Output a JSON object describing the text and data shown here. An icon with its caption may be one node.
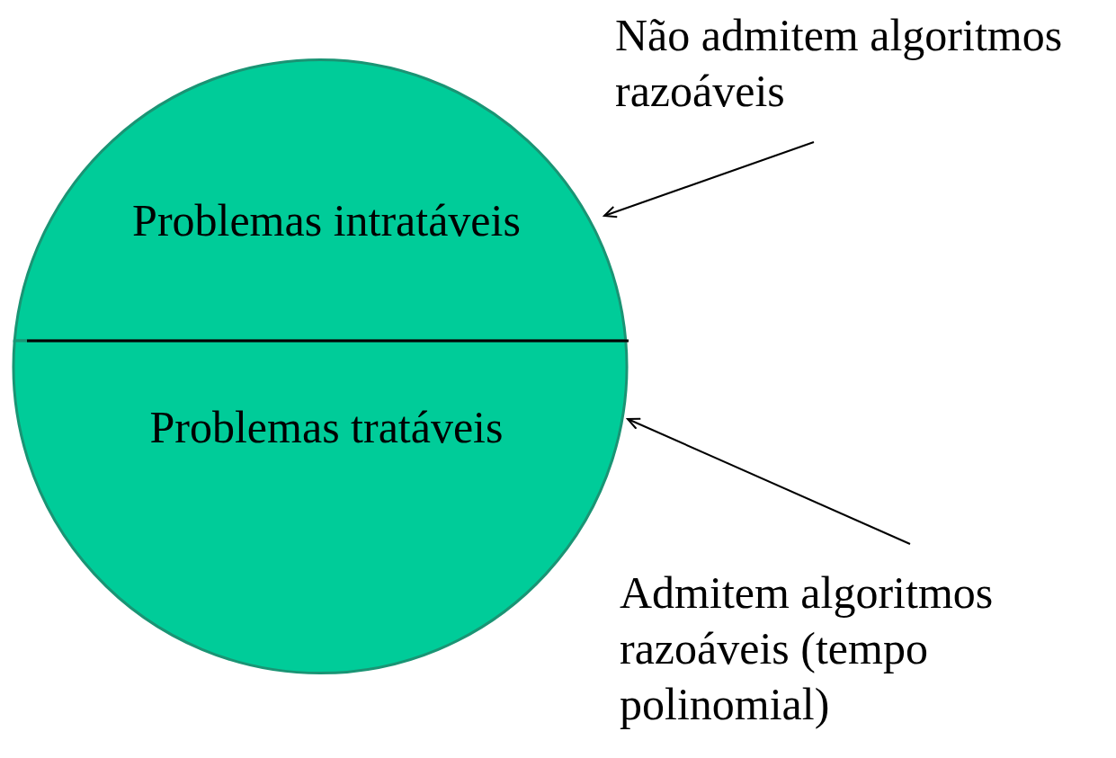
{
  "diagram": {
    "nodes": [
      {
        "text": [
          "Problemas intratáveis"
        ]
      },
      {
        "text": [
          "Problemas tratáveis"
        ]
      },
      {
        "text": [
          "Não admitem algoritmos razoáveis"
        ]
      },
      {
        "text": [
          "Admitem algoritmos razoáveis (tempo polinomial)"
        ]
      }
    ],
    "edges": [
      {
        "from": 2,
        "to": 0,
        "arrow": "to"
      },
      {
        "from": 3,
        "to": 1,
        "arrow": "to"
      }
    ]
  }
}
